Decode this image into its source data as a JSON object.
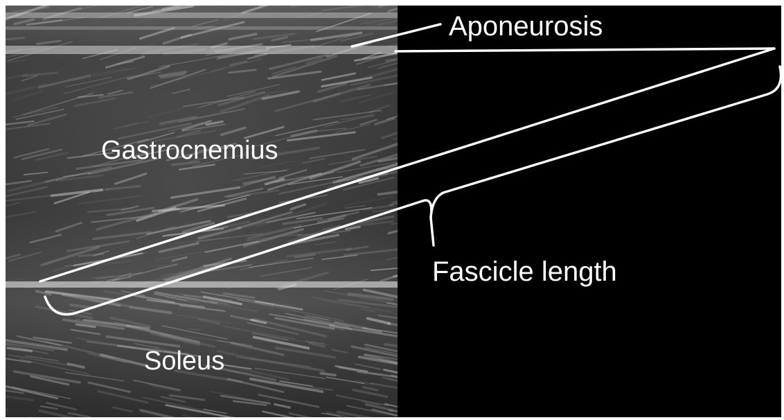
{
  "labels": {
    "aponeurosis": "Aponeurosis",
    "gastrocnemius": "Gastrocnemius",
    "fascicle_length": "Fascicle length",
    "soleus": "Soleus"
  },
  "colors": {
    "background": "#000000",
    "annotation": "#ffffff",
    "tissue": "#3a3a3a",
    "border": "#ffffff"
  }
}
